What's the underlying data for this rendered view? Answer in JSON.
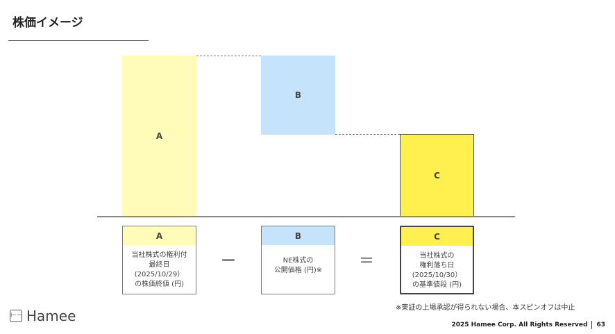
{
  "title": "株価イメージ",
  "bars": {
    "a": "A",
    "b": "B",
    "c": "C"
  },
  "boxes": [
    {
      "label": "A",
      "lines": [
        "当社株式の権利付",
        "最終日",
        "(2025/10/29）",
        "の株価終値 (円)"
      ],
      "color": "#fffbb8"
    },
    {
      "label": "B",
      "lines": [
        "NE株式の",
        "公開価格 (円)※"
      ],
      "color": "#c6e3fc"
    },
    {
      "label": "C",
      "lines": [
        "当社株式の",
        "権利落ち日",
        "(2025/10/30）",
        "の基準値段 (円)"
      ],
      "color": "#fff04f"
    }
  ],
  "operators": {
    "minus": "ー",
    "equals": "＝"
  },
  "note": "※東証の上場承認が得られない場合、本スピンオフは中止",
  "logo": "Hamee",
  "footer": {
    "copyright": "2025 Hamee Corp. All Rights Reserved",
    "page": "63"
  }
}
